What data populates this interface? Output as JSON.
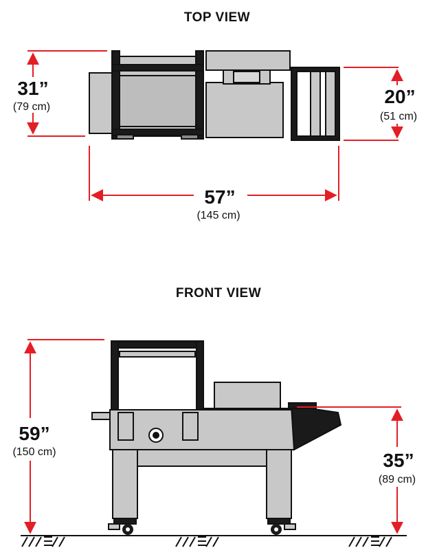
{
  "top_view": {
    "title": "TOP VIEW",
    "depth": {
      "value": "31”",
      "metric": "(79 cm)"
    },
    "conveyor": {
      "value": "20”",
      "metric": "(51 cm)"
    },
    "length": {
      "value": "57”",
      "metric": "(145 cm)"
    }
  },
  "front_view": {
    "title": "FRONT VIEW",
    "height": {
      "value": "59”",
      "metric": "(150 cm)"
    },
    "work_height": {
      "value": "35”",
      "metric": "(89 cm)"
    }
  },
  "colors": {
    "dimension_line": "#e31e24",
    "machine_fill": "#c8c8c8",
    "outline": "#111111"
  }
}
